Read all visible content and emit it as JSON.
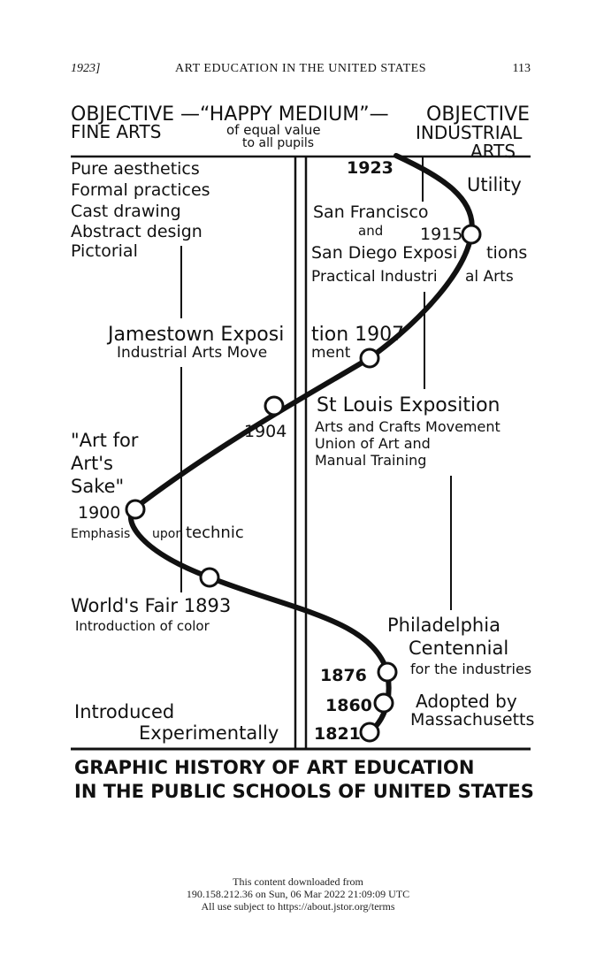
{
  "running_head": {
    "year": "1923]",
    "title": "ART EDUCATION IN THE UNITED STATES",
    "page_number": "113"
  },
  "figure": {
    "header": {
      "left_line1": "OBJECTIVE —",
      "left_line2": "FINE ARTS",
      "center": "“HAPPY MEDIUM”—",
      "center_sub1": "of equal value",
      "center_sub2": "to all pupils",
      "right_line1": "OBJECTIVE",
      "right_line2": "INDUSTRIAL",
      "right_line3": "ARTS"
    },
    "fine_arts_list": [
      "Pure aesthetics",
      "Formal practices",
      "Cast drawing",
      "Abstract design",
      "Pictorial"
    ],
    "utility": "Utility",
    "events": {
      "y1923": "1923",
      "sf_line1": "San Francisco",
      "sf_and": "and",
      "sf_year": "1915",
      "sd_a": "San Diego Exposi",
      "sd_b": "tions",
      "pia_a": "Practical Industri",
      "pia_b": "al Arts",
      "jam_a": "Jamestown Exposi",
      "jam_b": "tion 1907",
      "iam_a": "Industrial Arts Move",
      "iam_b": "ment",
      "stl": "St Louis Exposition",
      "acm": "Arts and Crafts Movement",
      "union": "Union of Art and",
      "manual": "Manual Training",
      "y1904": "1904",
      "afas1": "\"Art for",
      "afas2": "Art's",
      "afas3": "Sake\"",
      "y1900": "1900",
      "emph1": "Emphasis",
      "emph2": "upon",
      "emph3": "technic",
      "wf": "World's Fair  1893",
      "intro_color": "Introduction of color",
      "phila": "Philadelphia",
      "centennial": "Centennial",
      "for_ind": "for the industries",
      "y1876": "1876",
      "y1860": "1860",
      "adopted1": "Adopted by",
      "adopted2": "Massachusetts",
      "introduced": "Introduced",
      "experimentally": "Experimentally",
      "y1821": "1821"
    },
    "caption_line1": "GRAPHIC HISTORY OF ART EDUCATION",
    "caption_line2": "IN THE PUBLIC SCHOOLS OF UNITED STATES"
  },
  "footer": {
    "line1": "This content downloaded from",
    "line2": "190.158.212.36 on Sun, 06 Mar 2022 21:09:09 UTC",
    "line3": "All use subject to https://about.jstor.org/terms"
  }
}
